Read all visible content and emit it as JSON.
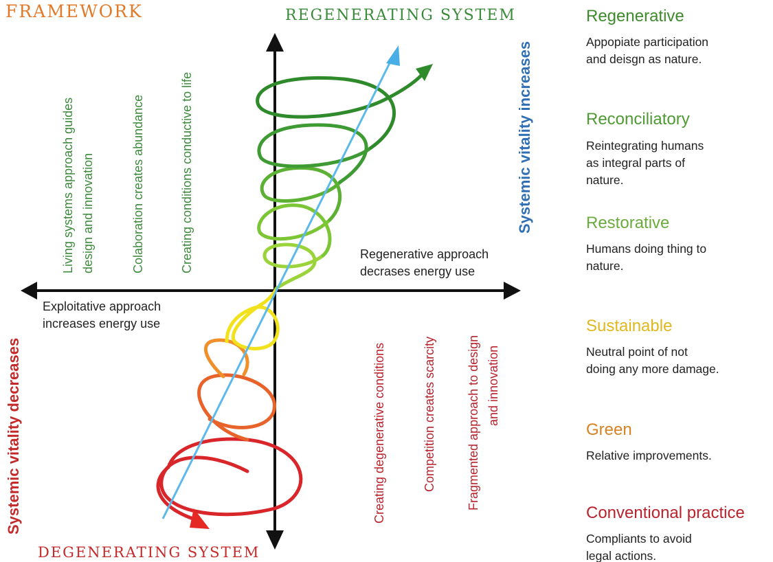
{
  "framework_title": "FRAMEWORK",
  "top_label": "REGENERATING SYSTEM",
  "bottom_label": "DEGENERATING SYSTEM",
  "right_axis_label": "Systemic vitality increases",
  "left_axis_label": "Systemic vitality decreases",
  "upper_left_labels": [
    {
      "lines": [
        "Living systems approach guides",
        "design and innovation"
      ]
    },
    {
      "lines": [
        "Colaboration creates abundance"
      ]
    },
    {
      "lines": [
        "Creating conditions conductive to life"
      ]
    }
  ],
  "lower_right_labels": [
    {
      "lines": [
        "Creating degenerative conditions"
      ]
    },
    {
      "lines": [
        "Competition creates scarcity"
      ]
    },
    {
      "lines": [
        "Fragmented approach to design",
        "and innovation"
      ]
    }
  ],
  "regenerative_approach": "Regenerative approach\ndecrases energy use",
  "exploitative_approach": "Exploitative approach\nincreases energy use",
  "legend": [
    {
      "title": "Regenerative",
      "desc": "Appopiate participation\nand deisgn as nature.",
      "color": "#3f8a2c"
    },
    {
      "title": "Reconciliatory",
      "desc": "Reintegrating humans\nas integral parts of\nnature.",
      "color": "#4f9a33"
    },
    {
      "title": "Restorative",
      "desc": "Humans doing thing to\nnature.",
      "color": "#6aab3c"
    },
    {
      "title": "Sustainable",
      "desc": "Neutral point of not\ndoing any more damage.",
      "color": "#e0b81e"
    },
    {
      "title": "Green",
      "desc": "Relative improvements.",
      "color": "#d98224"
    },
    {
      "title": "Conventional practice",
      "desc": "Compliants to avoid\nlegal actions.",
      "color": "#b8232d"
    }
  ],
  "colors": {
    "framework": "#e07a2a",
    "regenerating": "#3a8a3a",
    "degenerating": "#c42a2a",
    "vitality_up": "#2f6fb5",
    "vitality_down": "#c42a2a",
    "green_text": "#3d8a3d",
    "red_text": "#b8232d"
  }
}
